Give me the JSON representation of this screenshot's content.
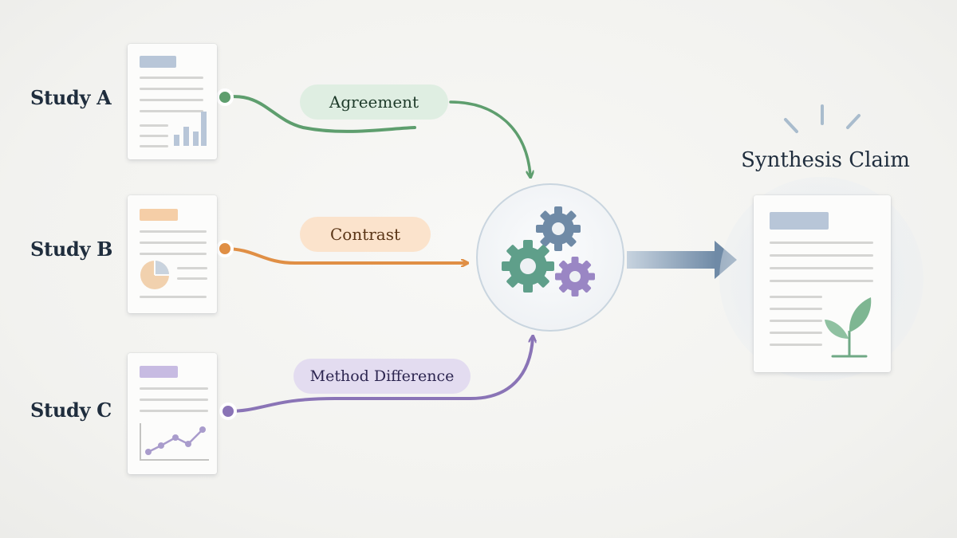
{
  "studies": [
    {
      "label": "Study A",
      "color": "#5e9e6e"
    },
    {
      "label": "Study B",
      "color": "#e08f45"
    },
    {
      "label": "Study C",
      "color": "#8a74b6"
    }
  ],
  "relations": {
    "agreement": "Agreement",
    "contrast": "Contrast",
    "method_difference": "Method Difference"
  },
  "hub": {
    "icon": "gears-icon"
  },
  "output": {
    "title": "Synthesis Claim",
    "icon": "sprout-icon"
  },
  "colors": {
    "green": "#5e9e6e",
    "orange": "#e08f45",
    "purple": "#8a74b6",
    "slate": "#6f8aa6"
  }
}
